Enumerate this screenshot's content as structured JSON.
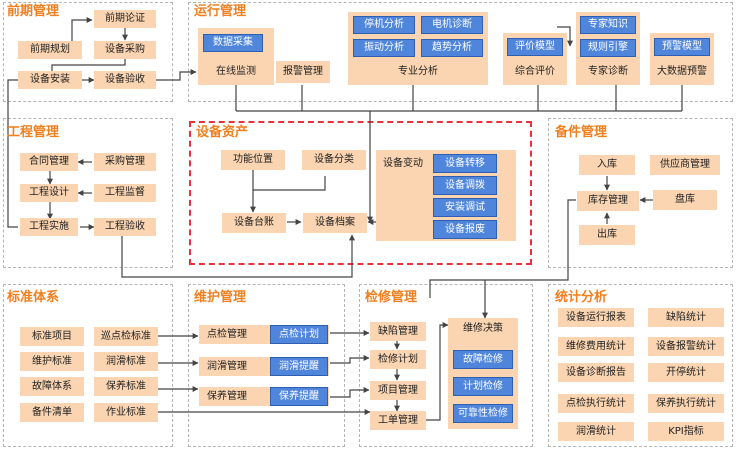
{
  "colors": {
    "accent_title": "#f08020",
    "box_fill": "#fbd5b1",
    "blue_fill": "#4f86dc",
    "highlight_border": "#e8313a",
    "line": "#444444"
  },
  "pre": {
    "title": "前期管理",
    "plan": "前期规划",
    "demo": "前期论证",
    "purchase": "设备采购",
    "install": "设备安装",
    "accept": "设备验收"
  },
  "ops": {
    "title": "运行管理",
    "collect": "数据采集",
    "monitor": "在线监测",
    "alarm": "报警管理",
    "shutdown": "停机分析",
    "motor": "电机诊断",
    "vibration": "振动分析",
    "trend": "趋势分析",
    "pro": "专业分析",
    "evalModel": "评价模型",
    "evalLabel": "综合评价",
    "knowledge": "专家知识",
    "rule": "规则引擎",
    "expertLabel": "专家诊断",
    "warnModel": "预警模型",
    "bigdata": "大数据预警"
  },
  "proj": {
    "title": "工程管理",
    "contract": "合同管理",
    "buy": "采购管理",
    "design": "工程设计",
    "supervise": "工程监督",
    "impl": "工程实施",
    "accept": "工程验收"
  },
  "asset": {
    "title": "设备资产",
    "loc": "功能位置",
    "cls": "设备分类",
    "ledger": "设备台账",
    "archive": "设备档案",
    "change": "设备变动",
    "transfer": "设备转移",
    "allocate": "设备调拨",
    "install": "安装调试",
    "scrap": "设备报废"
  },
  "spare": {
    "title": "备件管理",
    "in": "入库",
    "supplier": "供应商管理",
    "stock": "库存管理",
    "count": "盘库",
    "out": "出库"
  },
  "std": {
    "title": "标准体系",
    "items": "标准项目",
    "maint": "维护标准",
    "fault": "故障体系",
    "parts": "备件清单",
    "inspect": "巡点检标准",
    "lube": "润滑标准",
    "care": "保养标准",
    "work": "作业标准"
  },
  "maint": {
    "title": "维护管理",
    "inspect": "点检管理",
    "inspectPlan": "点检计划",
    "lube": "润滑管理",
    "lubeRemind": "润滑提醒",
    "care": "保养管理",
    "careRemind": "保养提醒"
  },
  "repair": {
    "title": "检修管理",
    "defect": "缺陷管理",
    "plan": "检修计划",
    "project": "项目管理",
    "order": "工单管理",
    "decision": "维修决策",
    "fault": "故障检修",
    "planned": "计划检修",
    "reliability": "可靠性检修"
  },
  "stats": {
    "title": "统计分析",
    "items": [
      "设备运行报表",
      "缺陷统计",
      "维修费用统计",
      "设备报警统计",
      "设备诊断报告",
      "开停统计",
      "点检执行统计",
      "保养执行统计",
      "润滑统计",
      "KPI指标"
    ]
  }
}
